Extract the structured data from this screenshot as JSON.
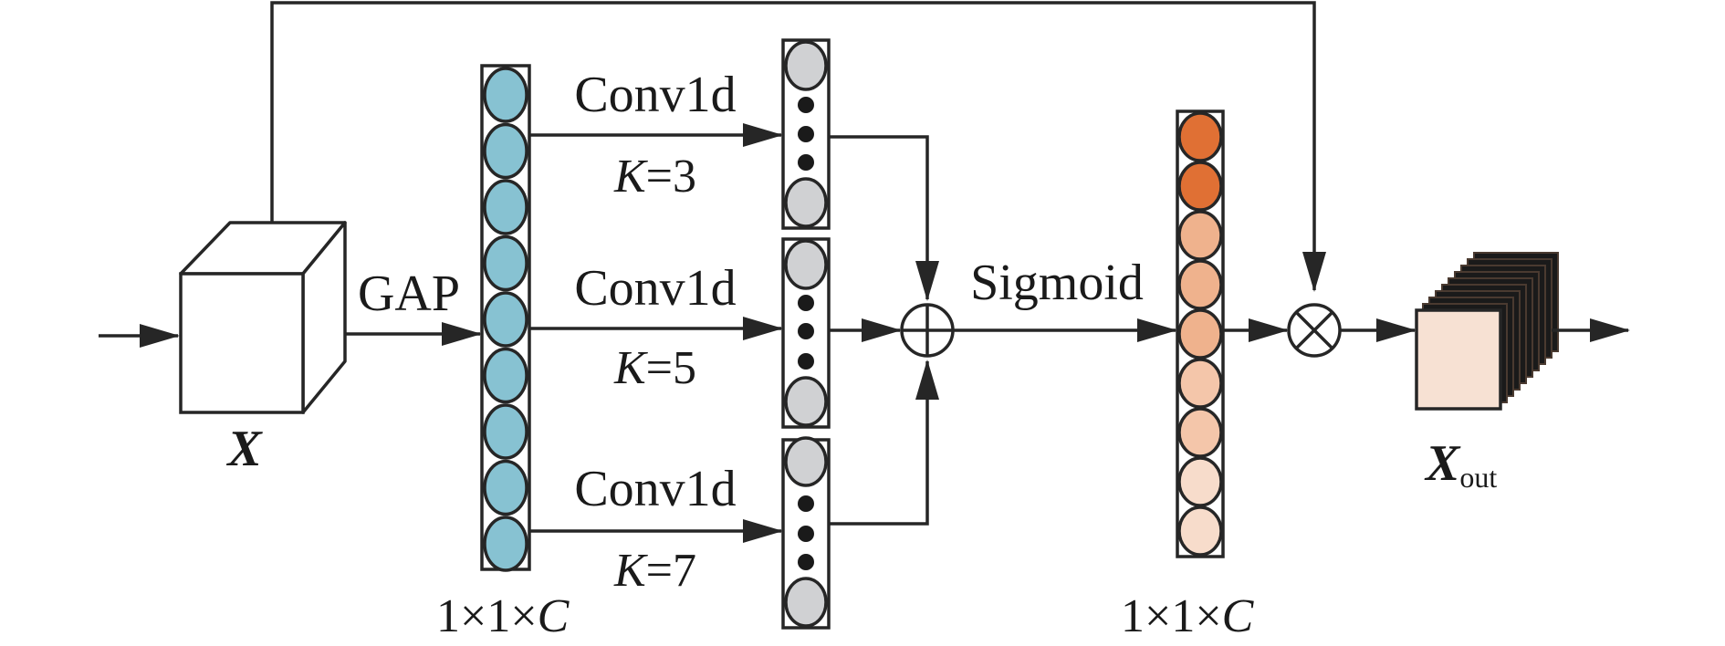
{
  "labels": {
    "input_var": "X",
    "gap": "GAP",
    "conv": "Conv1d",
    "k_symbol": "K",
    "k_values": [
      "=3",
      "=5",
      "=7"
    ],
    "sigmoid": "Sigmoid",
    "output_var": "X",
    "output_sub": "out",
    "dim_prefix": "1×1×",
    "dim_var": "C"
  },
  "colors": {
    "stroke": "#262626",
    "blue_node": "#87c2d2",
    "gray_node": "#d0d1d3",
    "dot": "#1a1a1a",
    "orange_nodes": [
      "#e07034",
      "#e07034",
      "#efb28d",
      "#efb28d",
      "#efb28d",
      "#f4c6aa",
      "#f4c6aa",
      "#f7dccb",
      "#f7dccb"
    ],
    "output_face": "#f7e1d3"
  },
  "icons": {
    "sum": "circle-plus-icon",
    "product": "circle-times-icon"
  }
}
